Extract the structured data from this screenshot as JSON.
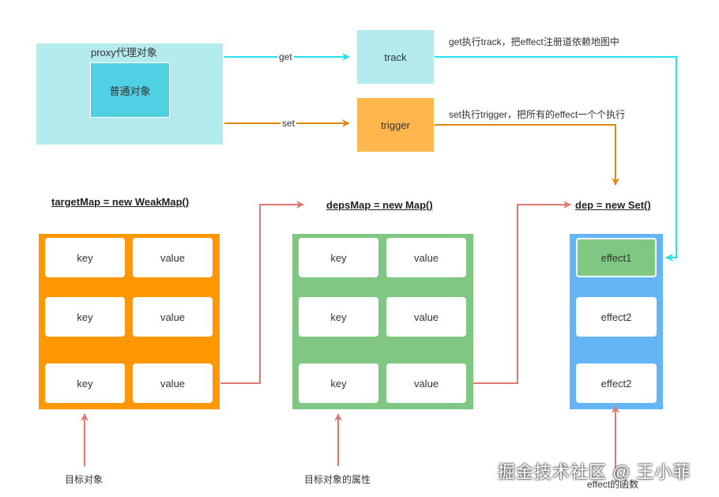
{
  "proxy": {
    "outer_label": "proxy代理对象",
    "inner_label": "普通对象"
  },
  "ops": {
    "get_label": "get",
    "set_label": "set",
    "track_label": "track",
    "trigger_label": "trigger"
  },
  "notes": {
    "get_note": "get执行track，把effect注册道依赖地图中",
    "set_note": "set执行trigger，把所有的effect一个个执行"
  },
  "titles": {
    "target_map": "targetMap = new  WeakMap()",
    "deps_map": "depsMap = new  Map()",
    "dep": "dep = new Set()"
  },
  "target_map_rows": [
    {
      "key": "key",
      "value": "value"
    },
    {
      "key": "key",
      "value": "value"
    },
    {
      "key": "key",
      "value": "value"
    }
  ],
  "deps_map_rows": [
    {
      "key": "key",
      "value": "value"
    },
    {
      "key": "key",
      "value": "value"
    },
    {
      "key": "key",
      "value": "value"
    }
  ],
  "dep_items": [
    "effect1",
    "effect2",
    "effect2"
  ],
  "bottom_labels": {
    "target": "目标对象",
    "prop": "目标对象的属性",
    "effect": "effect的函数"
  },
  "watermark": "掘金技术社区 @ 王小菲",
  "colors": {
    "proxy_bg": "#b3ebef",
    "inner_bg": "#4fd0e3",
    "track_bg": "#b3ebef",
    "trigger_bg": "#ffb74d",
    "target_map_bg": "#ff9800",
    "deps_map_bg": "#81c784",
    "dep_bg": "#64b5f6",
    "effect1_bg": "#81c784",
    "cyan_arrow": "#26e0ea",
    "orange_arrow": "#e08a10",
    "red_arrow": "#e07870"
  }
}
